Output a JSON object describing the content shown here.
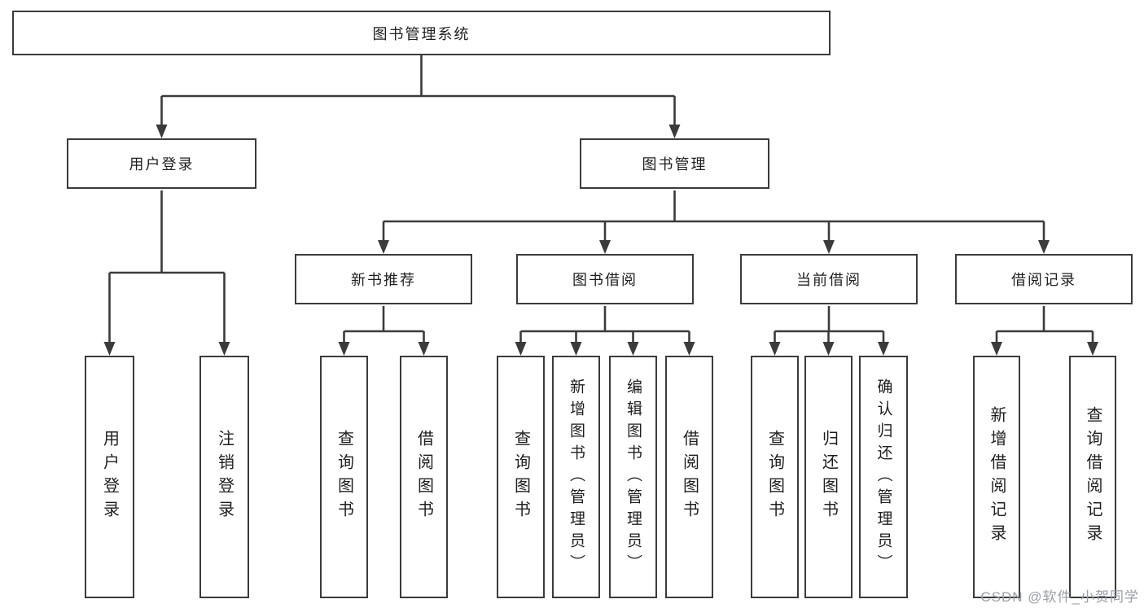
{
  "colors": {
    "line": "#3b3b3b",
    "box_border": "#3b3b3b",
    "text": "#1f1f1f",
    "watermark": "#9aa0a8",
    "background": "#ffffff"
  },
  "tree": {
    "label": "图书管理系统",
    "children": [
      {
        "label": "用户登录",
        "children": [
          {
            "label": "用户登录"
          },
          {
            "label": "注销登录"
          }
        ]
      },
      {
        "label": "图书管理",
        "children": [
          {
            "label": "新书推荐",
            "children": [
              {
                "label": "查询图书"
              },
              {
                "label": "借阅图书"
              }
            ]
          },
          {
            "label": "图书借阅",
            "children": [
              {
                "label": "查询图书"
              },
              {
                "label": "新增图书（管理员）"
              },
              {
                "label": "编辑图书（管理员）"
              },
              {
                "label": "借阅图书"
              }
            ]
          },
          {
            "label": "当前借阅",
            "children": [
              {
                "label": "查询图书"
              },
              {
                "label": "归还图书"
              },
              {
                "label": "确认归还（管理员）"
              }
            ]
          },
          {
            "label": "借阅记录",
            "children": [
              {
                "label": "新增借阅记录"
              },
              {
                "label": "查询借阅记录"
              }
            ]
          }
        ]
      }
    ]
  },
  "watermark": {
    "text": "CSDN @软件_小贺同学"
  }
}
